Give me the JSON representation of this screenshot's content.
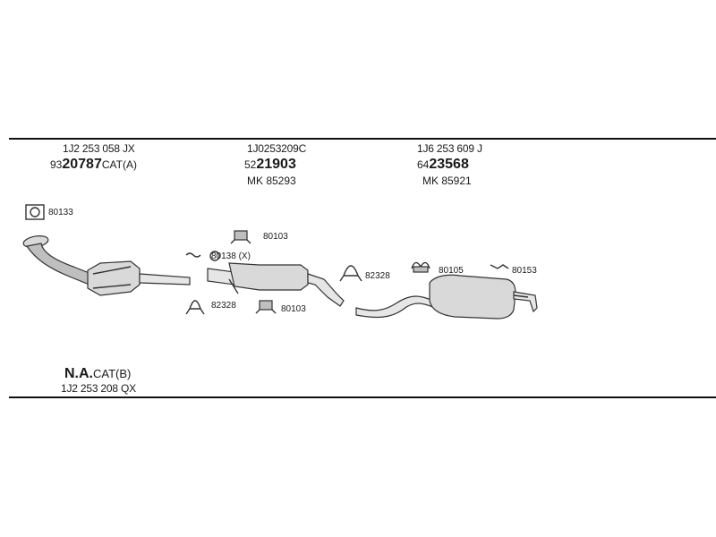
{
  "columns": [
    {
      "oe_number": "1J2 253 058 JX",
      "part_prefix": "93",
      "part_main": "20787",
      "part_suffix": "CAT(A)",
      "mk_number": ""
    },
    {
      "oe_number": "1J0253209C",
      "part_prefix": "52",
      "part_main": "21903",
      "part_suffix": "",
      "mk_number": "MK 85293"
    },
    {
      "oe_number": "1J6 253 609 J",
      "part_prefix": "64",
      "part_main": "23568",
      "part_suffix": "",
      "mk_number": "MK 85921"
    }
  ],
  "callouts": {
    "gasket_top_left": "80133",
    "bracket_mid_top": "80103",
    "clamp_mid": "80138 (X)",
    "clamp_mid_bottom": "82328",
    "bracket_mid_bottom": "80103",
    "clamp_rear": "82328",
    "hanger_rear": "80105",
    "bracket_rear": "80153"
  },
  "footer": {
    "na_bold": "N.A.",
    "na_suffix": "CAT(B)",
    "oe_number": "1J2 253 208 QX"
  }
}
